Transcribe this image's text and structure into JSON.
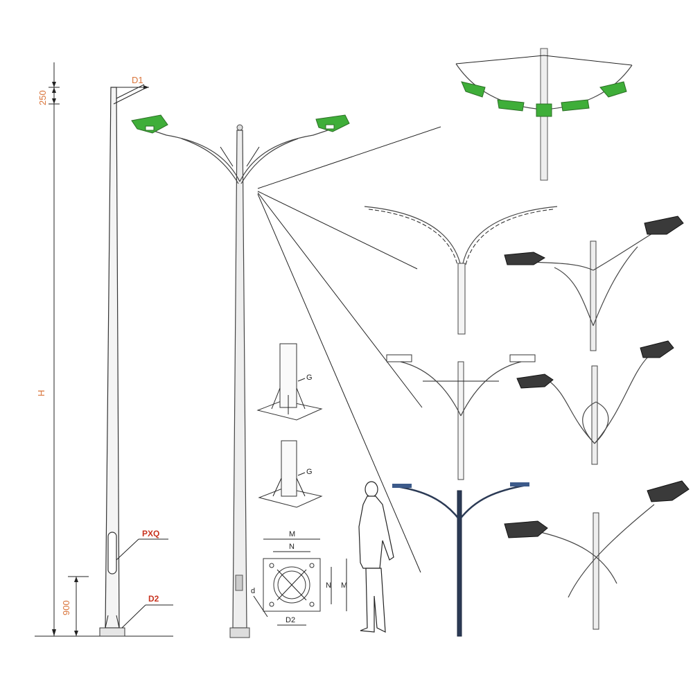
{
  "colors": {
    "dimension_text": "#d9743a",
    "label_red": "#c8331f",
    "lamp_green": "#3fae39",
    "line": "#222222"
  },
  "dimensions": {
    "top_offset": "250",
    "top_diameter": "D1",
    "height": "H",
    "door_height": "900"
  },
  "labels": {
    "service_door": "PXQ",
    "base_diameter": "D2"
  },
  "flange": {
    "gusset_label_1": "G",
    "gusset_label_2": "G",
    "width_outer": "M",
    "width_inner": "N",
    "side_inner": "N",
    "side_outer": "M",
    "hole_dim": "d",
    "bolt_circle": "D2"
  },
  "icons": {
    "double_arm_pole": "double-arm-street-light-pole",
    "human_scale": "standing-person-figure"
  }
}
